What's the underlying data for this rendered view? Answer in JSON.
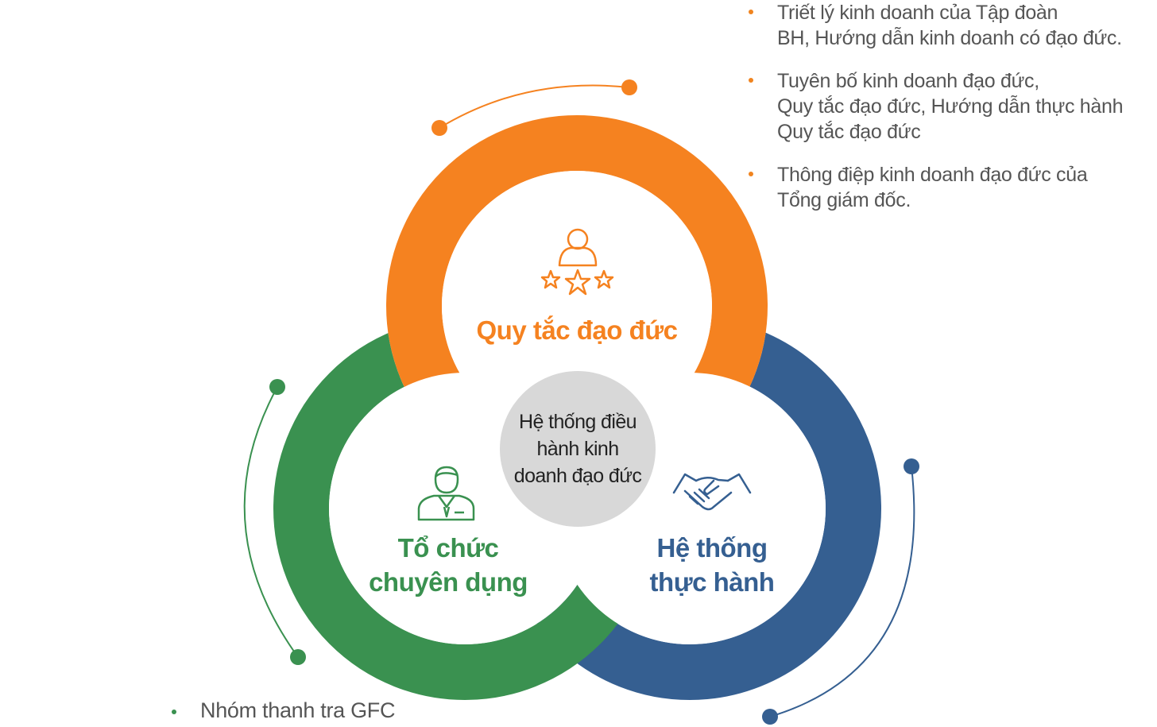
{
  "colors": {
    "orange": "#f58220",
    "green": "#3a9150",
    "blue": "#355f91",
    "center_fill": "#d8d8d8",
    "bullet_text": "#555555"
  },
  "center": {
    "lines": [
      "Hệ thống điều",
      "hành kinh",
      "doanh đạo đức"
    ]
  },
  "sections": {
    "ethics": {
      "icon": "person-stars-icon",
      "lines": [
        "Quy tắc đạo đức"
      ],
      "bullets": [
        {
          "lines": [
            "Triết lý kinh doanh của Tập đoàn",
            "BH, Hướng dẫn kinh doanh có đạo đức."
          ]
        },
        {
          "lines": [
            "Tuyên bố kinh doanh đạo đức,",
            "Quy tắc đạo đức, Hướng dẫn thực hành",
            "Quy tắc đạo đức"
          ]
        },
        {
          "lines": [
            "Thông điệp kinh doanh đạo đức của",
            "Tổng giám đốc."
          ]
        }
      ]
    },
    "organization": {
      "icon": "businessman-icon",
      "lines": [
        "Tổ chức",
        "chuyên dụng"
      ],
      "bullets": [
        {
          "lines": [
            "Nhóm thanh tra GFC"
          ]
        }
      ]
    },
    "practice": {
      "icon": "handshake-icon",
      "lines": [
        "Hệ thống",
        "thực hành"
      ]
    }
  }
}
